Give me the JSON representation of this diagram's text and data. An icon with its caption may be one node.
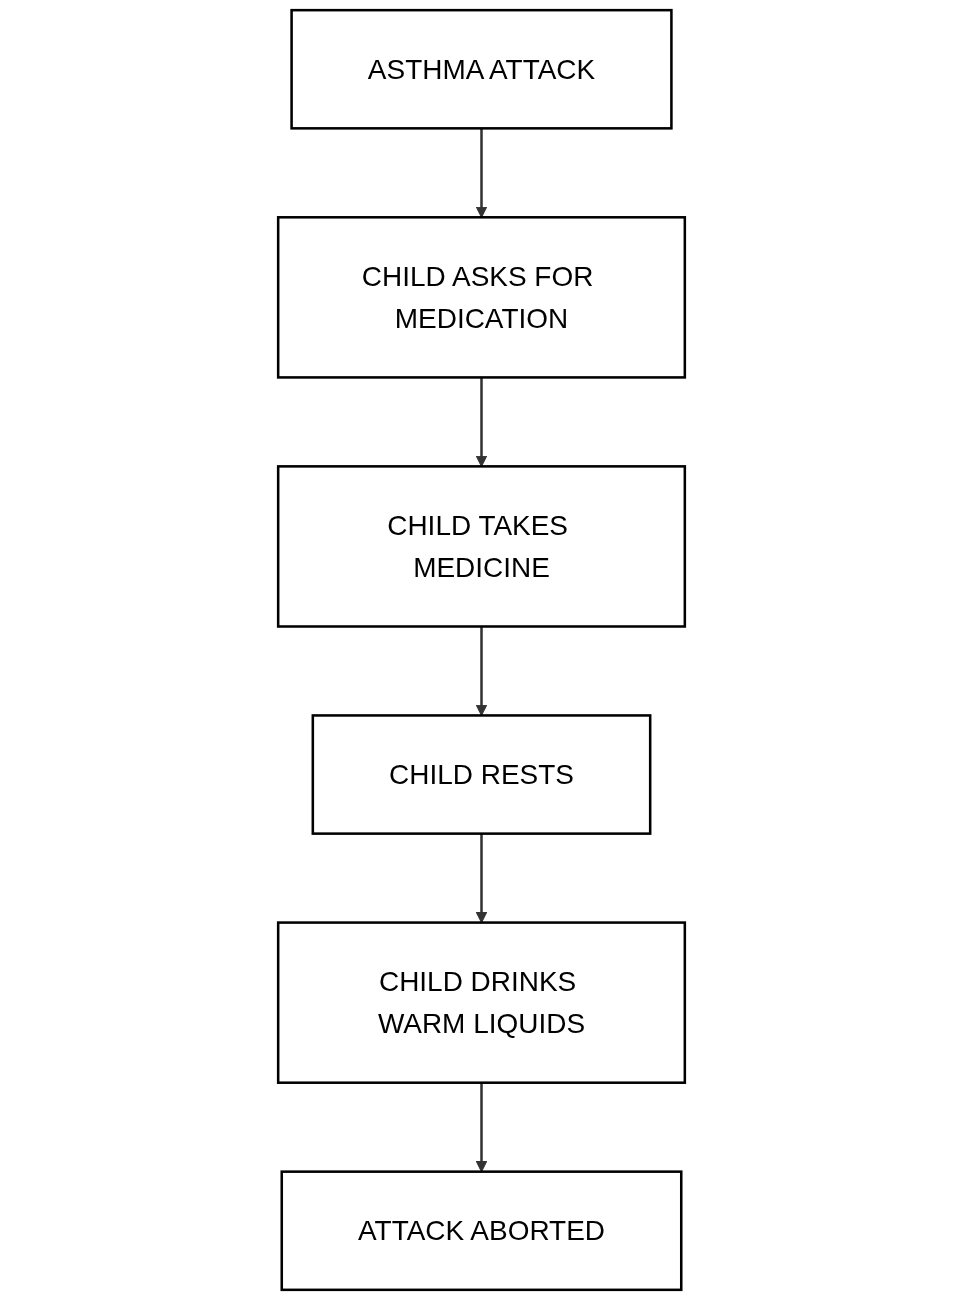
{
  "diagram": {
    "nodes": [
      {
        "text": [
          "ASTHMA ATTACK"
        ]
      },
      {
        "text": [
          "CHILD ASKS FOR MEDICATION"
        ]
      },
      {
        "text": [
          "CHILD TAKES MEDICINE"
        ]
      },
      {
        "text": [
          "CHILD RESTS"
        ]
      },
      {
        "text": [
          "CHILD DRINKS WARM LIQUIDS"
        ]
      },
      {
        "text": [
          "ATTACK ABORTED"
        ]
      }
    ],
    "edges": [
      {
        "from": 0,
        "to": 1,
        "arrow": "to"
      },
      {
        "from": 1,
        "to": 2,
        "arrow": "to"
      },
      {
        "from": 2,
        "to": 3,
        "arrow": "to"
      },
      {
        "from": 3,
        "to": 4,
        "arrow": "to"
      },
      {
        "from": 4,
        "to": 5,
        "arrow": "to"
      }
    ]
  }
}
